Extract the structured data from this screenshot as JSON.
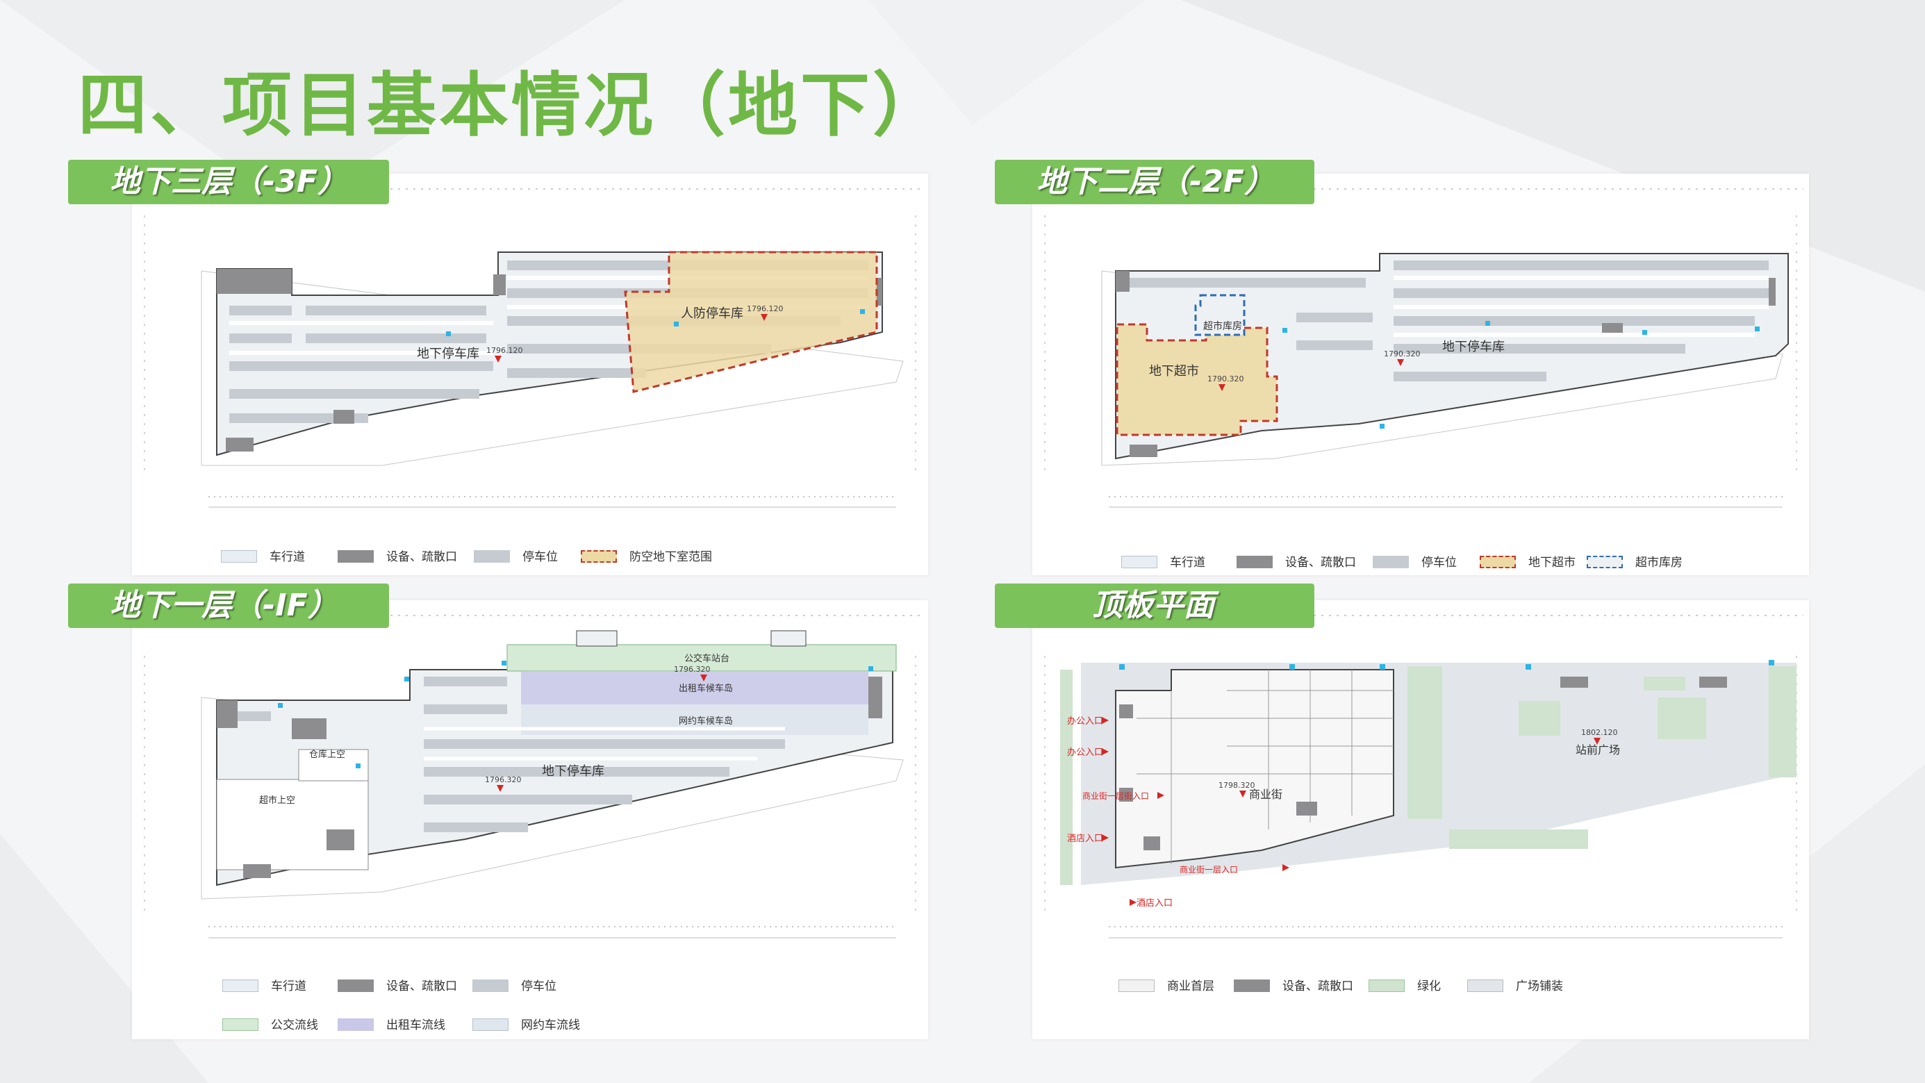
{
  "slide": {
    "title": "四、项目基本情况（地下）"
  },
  "colors": {
    "accent": "#7cc25b",
    "title": "#6fb846",
    "road": "#e8eef4",
    "equipment": "#8d8d8f",
    "parking": "#c5cbd1",
    "civil_defense": "#c0392b",
    "civil_defense_fill": "#ecd9a4",
    "supermarket_storage": "#2f6db3",
    "bus": "#d6ebd6",
    "taxi": "#c9c8e8",
    "ride_hailing": "#dfe6ee",
    "commercial": "#f2f2f2",
    "greenery": "#cfe3cf",
    "plaza": "#e2e6ea",
    "entrance_text": "#d62525"
  },
  "panels": {
    "b3": {
      "tag": "地下三层（-3F）",
      "labels": {
        "parking": "地下停车库",
        "civil_parking": "人防停车库",
        "elev_a": "1796.120",
        "elev_b": "1796.120"
      },
      "legend": [
        {
          "label": "车行道",
          "swatch": "road"
        },
        {
          "label": "设备、疏散口",
          "swatch": "equipment"
        },
        {
          "label": "停车位",
          "swatch": "parking"
        },
        {
          "label": "防空地下室范围",
          "swatch": "dashed-red"
        }
      ]
    },
    "b2": {
      "tag": "地下二层（-2F）",
      "labels": {
        "parking": "地下停车库",
        "supermarket": "地下超市",
        "storage": "超市库房",
        "elev_a": "1790.320",
        "elev_b": "1790.320"
      },
      "legend": [
        {
          "label": "车行道",
          "swatch": "road"
        },
        {
          "label": "设备、疏散口",
          "swatch": "equipment"
        },
        {
          "label": "停车位",
          "swatch": "parking"
        },
        {
          "label": "地下超市",
          "swatch": "dashed-red"
        },
        {
          "label": "超市库房",
          "swatch": "dashed-blue"
        }
      ]
    },
    "b1": {
      "tag": "地下一层（-IF）",
      "labels": {
        "bus": "公交车站台",
        "taxi": "出租车候车岛",
        "ride": "网约车候车岛",
        "parking": "地下停车库",
        "warehouse_void": "仓库上空",
        "supermarket_void": "超市上空",
        "elev_a": "1796.320",
        "elev_b": "1796.320"
      },
      "legend": [
        {
          "label": "车行道",
          "swatch": "road"
        },
        {
          "label": "设备、疏散口",
          "swatch": "equipment"
        },
        {
          "label": "停车位",
          "swatch": "parking"
        },
        {
          "label": "公交流线",
          "swatch": "bus"
        },
        {
          "label": "出租车流线",
          "swatch": "taxi"
        },
        {
          "label": "网约车流线",
          "swatch": "ride_hailing"
        }
      ]
    },
    "roof": {
      "tag": "顶板平面",
      "labels": {
        "office1": "办公入口",
        "office2": "办公入口",
        "street_1f_a": "商业街一层街入口",
        "hotel1": "酒店入口",
        "street_1f_b": "商业街一层入口",
        "hotel2": "酒店入口",
        "street": "商业街",
        "plaza": "站前广场",
        "elev_a": "1798.320",
        "elev_b": "1802.120"
      },
      "legend": [
        {
          "label": "商业首层",
          "swatch": "commercial"
        },
        {
          "label": "设备、疏散口",
          "swatch": "equipment"
        },
        {
          "label": "绿化",
          "swatch": "greenery"
        },
        {
          "label": "广场铺装",
          "swatch": "plaza"
        }
      ]
    }
  }
}
